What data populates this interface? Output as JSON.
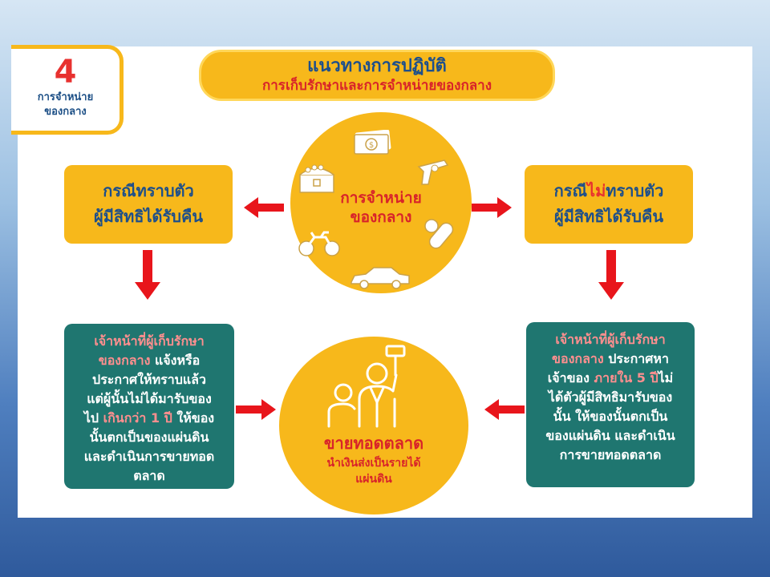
{
  "tag": {
    "number": "4",
    "label_line1": "การจำหน่าย",
    "label_line2": "ของกลาง"
  },
  "title": {
    "line1": "แนวทางการปฏิบัติ",
    "line2": "การเก็บรักษาและการจำหน่ายของกลาง"
  },
  "center_top": {
    "line1": "การจำหน่าย",
    "line2": "ของกลาง"
  },
  "left_case": {
    "line1": "กรณีทราบตัว",
    "line2": "ผู้มีสิทธิได้รับคืน"
  },
  "right_case": {
    "pre": "กรณี",
    "highlight": "ไม่",
    "post": "ทราบตัว",
    "line2": "ผู้มีสิทธิได้รับคืน"
  },
  "left_action": {
    "pink1": "เจ้าหน้าที่ผู้เก็บรักษา",
    "pink2": "ของกลาง",
    "text2": " แจ้งหรือ",
    "line3": "ประกาศให้ทราบแล้ว",
    "line4": "แต่ผู้นั้นไม่ได้มารับของ",
    "line5a": "ไป ",
    "pink5": "เกินกว่า 1 ปี",
    "line5b": " ให้ของ",
    "line6": "นั้นตกเป็นของแผ่นดิน",
    "line7": "และดำเนินการขายทอด",
    "line8": "ตลาด"
  },
  "right_action": {
    "pink1": "เจ้าหน้าที่ผู้เก็บรักษา",
    "pink2": "ของกลาง",
    "text2": " ประกาศหา",
    "line3a": "เจ้าของ ",
    "pink3": "ภายใน 5 ปี",
    "line3b": "ไม่",
    "line4": "ได้ตัวผู้มีสิทธิมารับของ",
    "line5": "นั้น ให้ของนั้นตกเป็น",
    "line6": "ของแผ่นดิน และดำเนิน",
    "line7": "การขายทอดตลาด"
  },
  "center_bottom": {
    "title": "ขายทอดตลาด",
    "sub1": "นำเงินส่งเป็นรายได้",
    "sub2": "แผ่นดิน"
  },
  "colors": {
    "yellow": "#f7b81b",
    "teal": "#1f7670",
    "red": "#e8312f",
    "blue_text": "#1e4f8a",
    "pink": "#ff8f8f"
  },
  "icons": [
    "money-icon",
    "treasure-chest-icon",
    "gun-icon",
    "pills-icon",
    "motorcycle-icon",
    "car-icon",
    "auction-people-icon"
  ]
}
